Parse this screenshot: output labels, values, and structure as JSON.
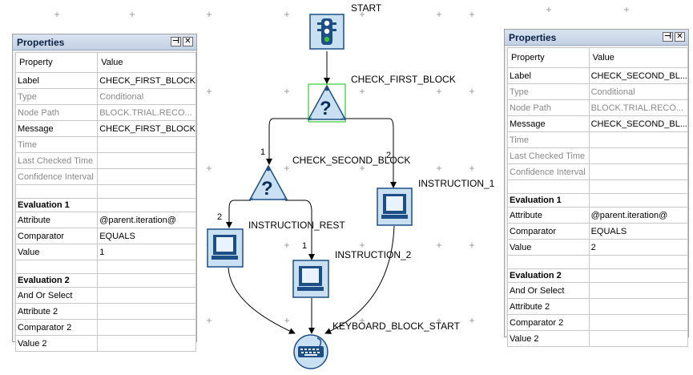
{
  "flow": {
    "nodes": {
      "start": "START",
      "check_first_block": "CHECK_FIRST_BLOCK",
      "check_second_block": "CHECK_SECOND_BLOCK",
      "instruction_1": "INSTRUCTION_1",
      "instruction_rest": "INSTRUCTION_REST",
      "instruction_2": "INSTRUCTION_2",
      "keyboard_block_start": "KEYBOARD_BLOCK_START"
    },
    "edge_labels": {
      "cfb_1": "1",
      "cfb_2": "2",
      "csb_2": "2",
      "csb_1": "1"
    },
    "colors": {
      "icon_fill": "#c9dff2",
      "icon_border": "#1d4e86",
      "selection": "#33cc33",
      "grid_plus": "#a0a0a0"
    }
  },
  "panel_left": {
    "title": "Properties",
    "pin_icon": "pin-icon",
    "close_icon": "close-icon",
    "header": {
      "property": "Property",
      "value": "Value"
    },
    "rows": [
      {
        "label": "Label",
        "value": "CHECK_FIRST_BLOCK"
      },
      {
        "label": "Type",
        "value": "Conditional"
      },
      {
        "label": "Node Path",
        "value": "BLOCK.TRIAL.RECO..."
      },
      {
        "label": "Message",
        "value": "CHECK_FIRST_BLOCK"
      },
      {
        "label": "Time",
        "value": ""
      },
      {
        "label": "Last Checked Time",
        "value": ""
      },
      {
        "label": "Confidence Interval",
        "value": ""
      }
    ],
    "eval1": {
      "section": "Evaluation 1",
      "attribute_label": "Attribute",
      "attribute_value": "@parent.iteration@",
      "comparator_label": "Comparator",
      "comparator_value": "EQUALS",
      "value_label": "Value",
      "value_value": "1"
    },
    "eval2": {
      "section": "Evaluation 2",
      "and_or_label": "And Or Select",
      "and_or_value": "",
      "attribute2_label": "Attribute 2",
      "attribute2_value": "",
      "comparator2_label": "Comparator 2",
      "comparator2_value": "",
      "value2_label": "Value 2",
      "value2_value": ""
    }
  },
  "panel_right": {
    "title": "Properties",
    "pin_icon": "pin-icon",
    "close_icon": "close-icon",
    "header": {
      "property": "Property",
      "value": "Value"
    },
    "rows": [
      {
        "label": "Label",
        "value": "CHECK_SECOND_BL..."
      },
      {
        "label": "Type",
        "value": "Conditional"
      },
      {
        "label": "Node Path",
        "value": "BLOCK.TRIAL.RECO..."
      },
      {
        "label": "Message",
        "value": "CHECK_SECOND_BL..."
      },
      {
        "label": "Time",
        "value": ""
      },
      {
        "label": "Last Checked Time",
        "value": ""
      },
      {
        "label": "Confidence Interval",
        "value": ""
      }
    ],
    "eval1": {
      "section": "Evaluation 1",
      "attribute_label": "Attribute",
      "attribute_value": "@parent.iteration@",
      "comparator_label": "Comparator",
      "comparator_value": "EQUALS",
      "value_label": "Value",
      "value_value": "2"
    },
    "eval2": {
      "section": "Evaluation 2",
      "and_or_label": "And Or Select",
      "and_or_value": "",
      "attribute2_label": "Attribute 2",
      "attribute2_value": "",
      "comparator2_label": "Comparator 2",
      "comparator2_value": "",
      "value2_label": "Value 2",
      "value2_value": ""
    }
  }
}
